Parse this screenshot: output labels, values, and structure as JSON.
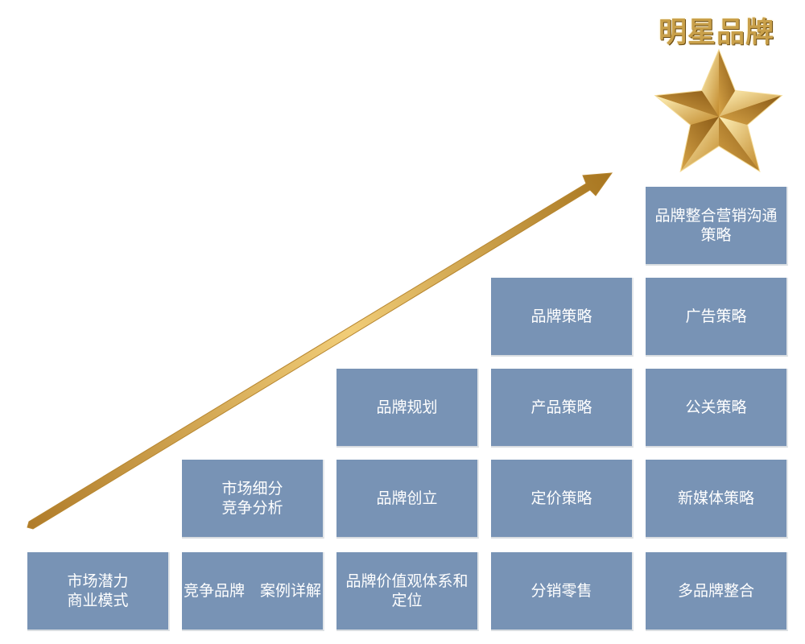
{
  "title": "明星品牌",
  "columns": [
    {
      "cells": [
        "市场潜力\n商业模式"
      ]
    },
    {
      "cells": [
        "市场细分\n竞争分析",
        "竞争品牌　案例详解"
      ]
    },
    {
      "cells": [
        "品牌规划",
        "品牌创立",
        "品牌价值观体系和\n定位"
      ]
    },
    {
      "cells": [
        "品牌策略",
        "产品策略",
        "定价策略",
        "分销零售"
      ]
    },
    {
      "cells": [
        "品牌整合营销沟通\n策略",
        "广告策略",
        "公关策略",
        "新媒体策略",
        "多品牌整合"
      ]
    }
  ],
  "icons": [
    "growth-arrow-icon",
    "gold-star-icon"
  ],
  "colors": {
    "box": "#7893b5",
    "gold": "#c9a04a",
    "box_text": "#ffffff"
  }
}
